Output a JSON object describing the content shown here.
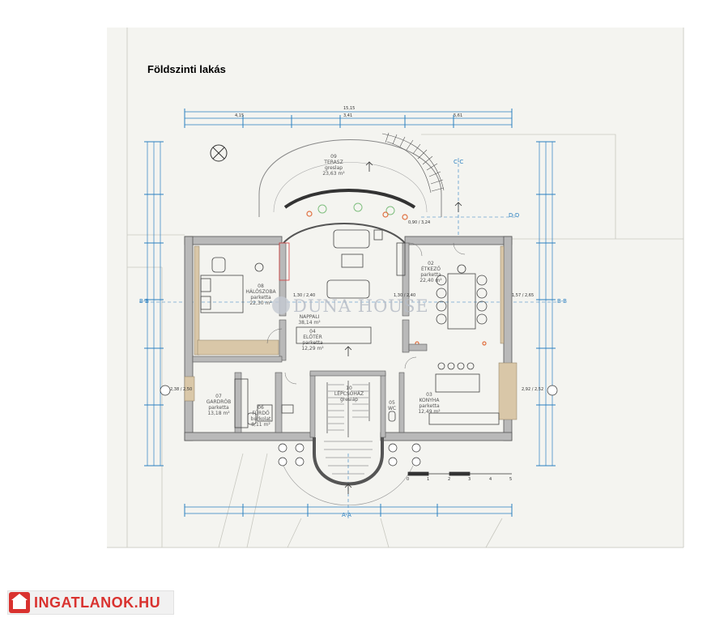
{
  "plan_title": "Földszinti lakás",
  "watermark": "DUNA HOUSE",
  "logo_text": "INGATLANOK.HU",
  "rooms": [
    {
      "no": "09",
      "name": "TERASZ",
      "floor": "greslap",
      "area": "23,63 m²"
    },
    {
      "no": "08",
      "name": "HÁLÓSZOBA",
      "floor": "parketta",
      "area": "22,30 m²"
    },
    {
      "no": "",
      "name": "NAPPALI",
      "floor": "",
      "area": "38,14 m²"
    },
    {
      "no": "02",
      "name": "ÉTKEZŐ",
      "floor": "parketta",
      "area": "22,40 m²"
    },
    {
      "no": "04",
      "name": "ELŐTÉR",
      "floor": "parketta",
      "area": "12,29 m²"
    },
    {
      "no": "07",
      "name": "GARDRÓB",
      "floor": "parketta",
      "area": "13,18 m²"
    },
    {
      "no": "06",
      "name": "FÜRDŐ",
      "floor": "burkolat",
      "area": "8,11 m²"
    },
    {
      "no": "10",
      "name": "LÉPCSŐHÁZ",
      "floor": "greslap",
      "area": ""
    },
    {
      "no": "05",
      "name": "WC",
      "floor": "",
      "area": ""
    },
    {
      "no": "03",
      "name": "KONYHA",
      "floor": "parketta",
      "area": "12,49 m²"
    }
  ],
  "section_marks": {
    "bb": "B-B",
    "cc": "C-C",
    "dd": "D-D",
    "aa": "A-A"
  },
  "dimensions": {
    "overall": "15,15",
    "top_segments": [
      "4,15",
      "3,41",
      "5,61"
    ],
    "opening_1": "1,30 / 2,40",
    "opening_2": "1,30 / 2,40",
    "window_1": "0,90 / 3,24",
    "window_2": "1,57 / 2,65",
    "window_3": "2,92 / 2,52",
    "window_4": "2,38 / 2,50"
  },
  "scale": [
    "0",
    "1",
    "2",
    "3",
    "4",
    "5"
  ],
  "colors": {
    "site": "#f4f4f0",
    "wall_fill": "#b9b9b9",
    "wall_stroke": "#555555",
    "dimension": "#2a7fc0",
    "wood": "#d9c7a8",
    "logo_red": "#d9322f"
  }
}
